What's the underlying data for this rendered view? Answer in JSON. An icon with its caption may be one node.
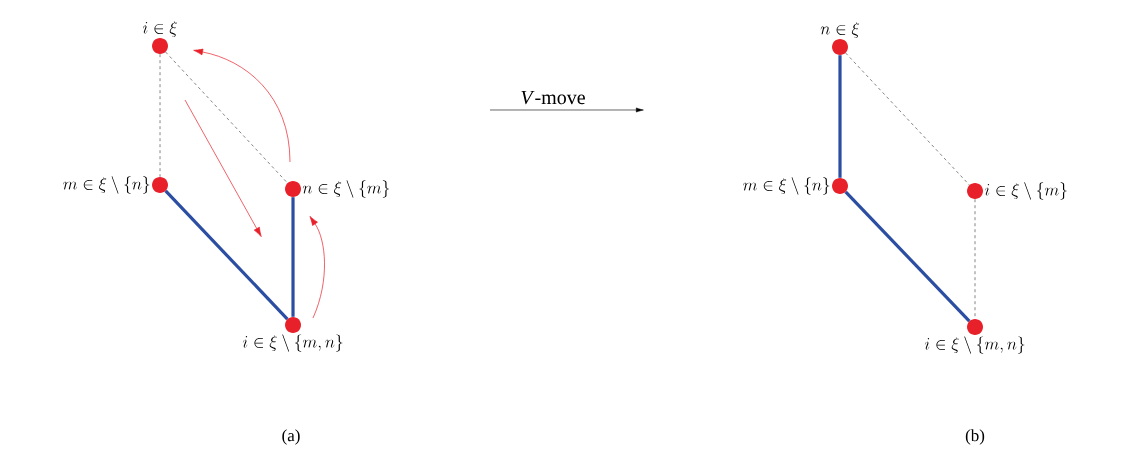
{
  "diagram": {
    "nodes": [
      {
        "text": [
          "i \\in \\xi"
        ]
      },
      {
        "text": [
          "m \\in \\xi \\setminus \\{n\\}"
        ]
      },
      {
        "text": [
          "n \\in \\xi \\setminus \\{m\\}"
        ]
      },
      {
        "text": [
          "i \\in \\xi \\setminus \\{m,n\\}"
        ]
      },
      {
        "text": [
          "n \\in \\xi"
        ]
      },
      {
        "text": [
          "m \\in \\xi \\setminus \\{n\\}"
        ]
      },
      {
        "text": [
          "i \\in \\xi \\setminus \\{m\\}"
        ]
      },
      {
        "text": [
          "i \\in \\xi \\setminus \\{m,n\\}"
        ]
      }
    ],
    "edges": [
      {
        "from": 0,
        "to": 1,
        "arrow": "none",
        "style": "dashed"
      },
      {
        "from": 0,
        "to": 2,
        "arrow": "none",
        "style": "dashed"
      },
      {
        "from": 1,
        "to": 3,
        "arrow": "none",
        "style": "thick",
        "color": "#2b4ea2"
      },
      {
        "from": 2,
        "to": 3,
        "arrow": "none",
        "style": "thick",
        "color": "#2b4ea2"
      },
      {
        "from": 4,
        "to": 5,
        "arrow": "none",
        "style": "thick",
        "color": "#2b4ea2"
      },
      {
        "from": 5,
        "to": 7,
        "arrow": "none",
        "style": "thick",
        "color": "#2b4ea2"
      },
      {
        "from": 4,
        "to": 6,
        "arrow": "none",
        "style": "dashed"
      },
      {
        "from": 6,
        "to": 7,
        "arrow": "none",
        "style": "dashed"
      }
    ],
    "labels": [
      "*V*-move",
      "(a)",
      "(b)"
    ]
  }
}
